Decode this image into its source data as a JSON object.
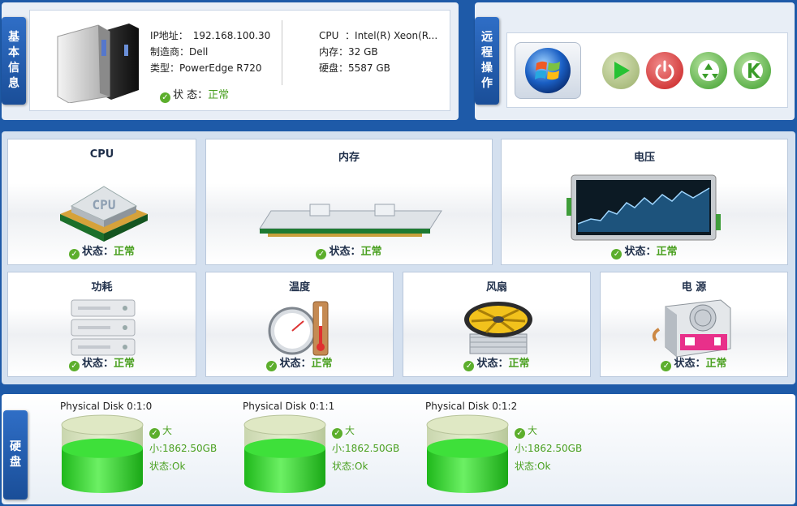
{
  "basic_info": {
    "tab_label": [
      "基",
      "本",
      "信",
      "息"
    ],
    "ip_label": "IP地址：",
    "ip_value": "192.168.100.30",
    "maker_label": "制造商：",
    "maker_value": "Dell",
    "type_label": "类型：",
    "type_value": "PowerEdge R720",
    "cpu_label": "CPU  ：",
    "cpu_value": "Intel(R) Xeon(R...",
    "mem_label": "内存：",
    "mem_value": "32 GB",
    "disk_label": "硬盘：",
    "disk_value": "5587 GB",
    "status_label": "状 态：",
    "status_value": "正常"
  },
  "remote": {
    "tab_label": [
      "远",
      "程",
      "操",
      "作"
    ],
    "buttons": [
      "windows-logo",
      "start",
      "power",
      "recycle",
      "kill"
    ]
  },
  "monitor": {
    "status_label": "状态：",
    "status_value": "正常",
    "cards": [
      {
        "title": "CPU"
      },
      {
        "title": "内存"
      },
      {
        "title": "电压"
      },
      {
        "title": "功耗"
      },
      {
        "title": "温度"
      },
      {
        "title": "风扇"
      },
      {
        "title": "电 源"
      }
    ]
  },
  "disks": {
    "tab_label": [
      "硬",
      "盘"
    ],
    "items": [
      {
        "name": "Physical Disk 0:1:0",
        "line1": "大",
        "line2": "小:1862.50GB",
        "line3": "状态:Ok",
        "fill": 0.6
      },
      {
        "name": "Physical Disk 0:1:1",
        "line1": "大",
        "line2": "小:1862.50GB",
        "line3": "状态:Ok",
        "fill": 0.6
      },
      {
        "name": "Physical Disk 0:1:2",
        "line1": "大",
        "line2": "小:1862.50GB",
        "line3": "状态:Ok",
        "fill": 0.6
      }
    ]
  },
  "colors": {
    "background": "#1e5aa8",
    "ok_green": "#4aa020",
    "disk_green": "#2fd12b"
  }
}
